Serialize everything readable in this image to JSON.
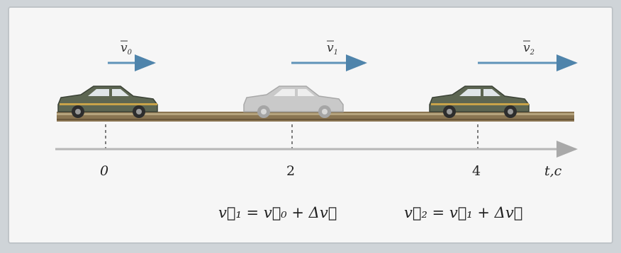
{
  "velocity_labels": {
    "v0": "v",
    "v0_sub": "0",
    "v1": "v",
    "v1_sub": "1",
    "v2": "v",
    "v2_sub": "2"
  },
  "axis": {
    "ticks": [
      "0",
      "2",
      "4"
    ],
    "unit_label": "t,c"
  },
  "equations": {
    "eq1": "v⃗₁ = v⃗₀ + Δv⃗",
    "eq2": "v⃗₂ = v⃗₁ + Δv⃗"
  },
  "colors": {
    "arrow": "#5f93b8",
    "road": "#7f6a48",
    "car_dark": "#5b6451",
    "car_light": "#c7c7c7",
    "axis": "#b7b7b7"
  }
}
